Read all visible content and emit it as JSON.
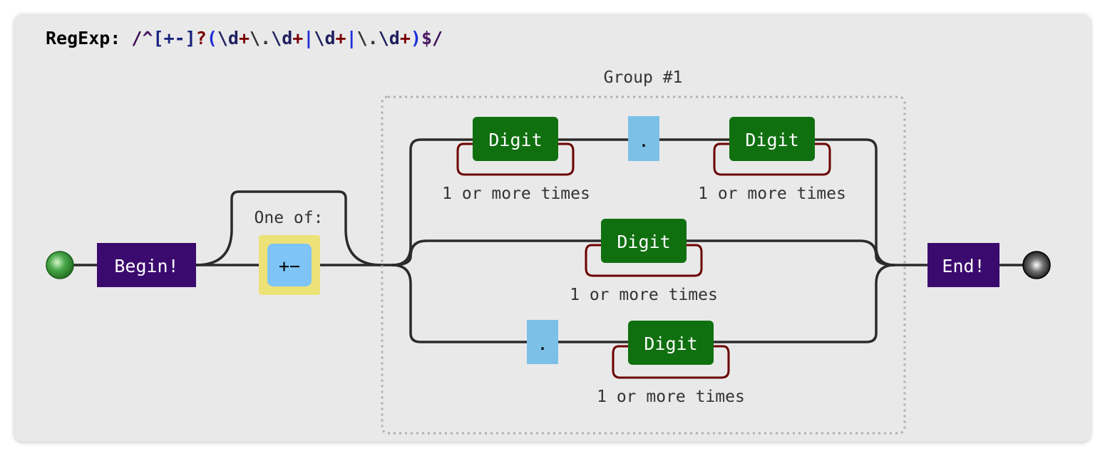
{
  "regexp": {
    "label": "RegExp:",
    "parts": [
      {
        "text": " /",
        "kind": "slash"
      },
      {
        "text": "^",
        "kind": "anchor"
      },
      {
        "text": "[+-]",
        "kind": "class"
      },
      {
        "text": "?",
        "kind": "quant"
      },
      {
        "text": "(",
        "kind": "group"
      },
      {
        "text": "\\d",
        "kind": "esc"
      },
      {
        "text": "+",
        "kind": "quant"
      },
      {
        "text": "\\.",
        "kind": "lit"
      },
      {
        "text": "\\d",
        "kind": "esc"
      },
      {
        "text": "+",
        "kind": "quant"
      },
      {
        "text": "|",
        "kind": "alt"
      },
      {
        "text": "\\d",
        "kind": "esc"
      },
      {
        "text": "+",
        "kind": "quant"
      },
      {
        "text": "|",
        "kind": "alt"
      },
      {
        "text": "\\.",
        "kind": "lit"
      },
      {
        "text": "\\d",
        "kind": "esc"
      },
      {
        "text": "+",
        "kind": "quant"
      },
      {
        "text": ")",
        "kind": "group"
      },
      {
        "text": "$",
        "kind": "anchor"
      },
      {
        "text": "/",
        "kind": "slash"
      }
    ]
  },
  "diagram": {
    "begin_label": "Begin!",
    "end_label": "End!",
    "one_of_label": "One of:",
    "charset_label": "+−",
    "group_label": "Group #1",
    "digit_label": "Digit",
    "dot_label": ".",
    "repeat_label": "1 or more times"
  },
  "colors": {
    "background": "#e9e9e9",
    "anchor_box": "#3b0a6e",
    "digit_box": "#107010",
    "literal_box": "#7cc0e8",
    "charset_outer": "#ece278",
    "charset_inner": "#7ec4f6",
    "repeat_loop": "#6b0000",
    "rail": "#2b2b2b",
    "start_node": "#2e8b2e",
    "end_node": "#111111"
  }
}
